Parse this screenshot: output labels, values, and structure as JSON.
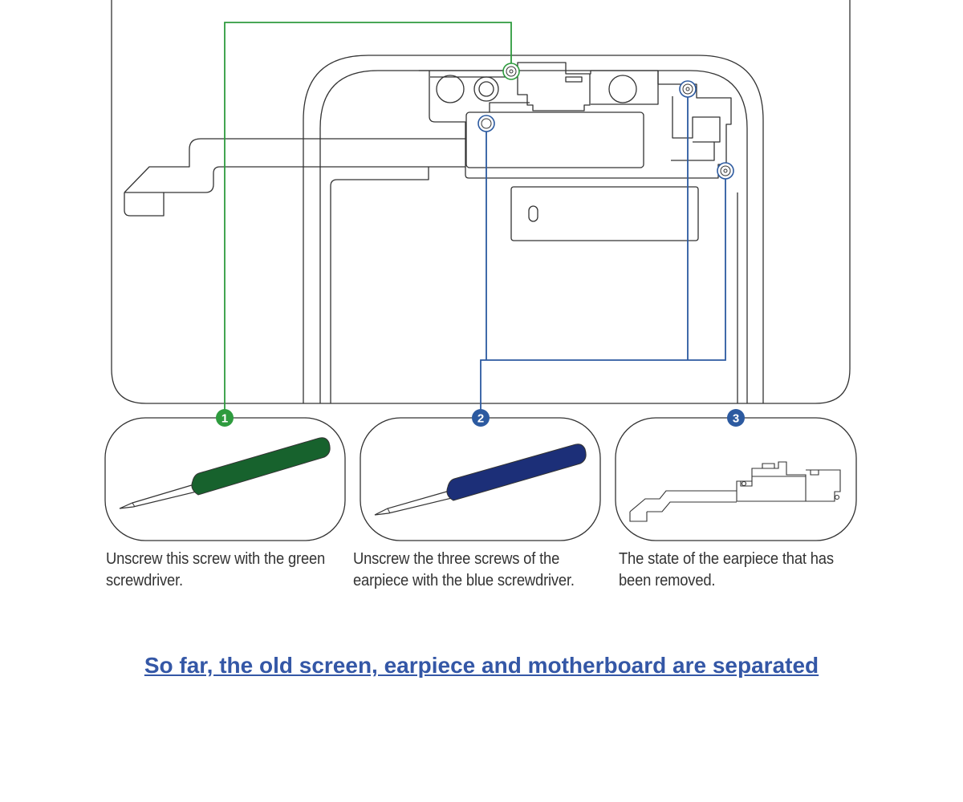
{
  "colors": {
    "green": "#2e9b3e",
    "blue": "#2c5aa0",
    "outline": "#333333",
    "green_handle": "#17622d",
    "blue_handle": "#1c2f78",
    "summary": "#3457a6"
  },
  "steps": [
    {
      "number": "1",
      "caption": "Unscrew this screw with the green screwdriver.",
      "icon": "green-screwdriver-icon"
    },
    {
      "number": "2",
      "caption": "Unscrew the three screws of the earpiece with the blue screwdriver.",
      "icon": "blue-screwdriver-icon"
    },
    {
      "number": "3",
      "caption": "The state of the earpiece that has been removed.",
      "icon": "earpiece-assembly-icon"
    }
  ],
  "summary": "So far, the old screen, earpiece and motherboard are separated"
}
